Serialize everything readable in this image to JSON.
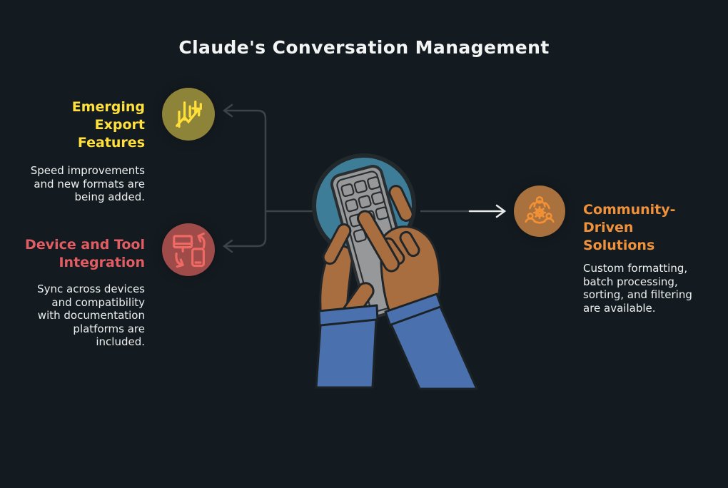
{
  "title": "Claude's Conversation Management",
  "palette": {
    "background": "#141b20",
    "title_color": "#f3f5f5",
    "body_text_color": "#eef0f0",
    "connector_line": "#3c4448",
    "connector_arrow_light": "#e9ebeb",
    "center_circle_fill": "#3e7d98",
    "phone_fill": "#96989a",
    "hands_fill": "#a86e3f",
    "sleeves_fill": "#4a70ae"
  },
  "center": {
    "illustration": "hands-using-phone-illustration"
  },
  "nodes": [
    {
      "id": "emerging-export-features",
      "heading": "Emerging\nExport\nFeatures",
      "body": "Speed improvements\nand new formats are\nbeing added.",
      "icon": "bar-chart-trend-icon",
      "heading_color": "#ffe03c",
      "circle_fill": "#8d8439",
      "icon_stroke": "#ffdf38"
    },
    {
      "id": "device-and-tool-integration",
      "heading": "Device and Tool\nIntegration",
      "body": "Sync across devices\nand compatibility\nwith documentation\nplatforms are\nincluded.",
      "icon": "device-sync-icon",
      "heading_color": "#e25d63",
      "circle_fill": "#9f4b4a",
      "icon_stroke": "#ef6a63"
    },
    {
      "id": "community-driven-solutions",
      "heading": "Community-\nDriven\nSolutions",
      "body": "Custom formatting,\nbatch processing,\nsorting, and filtering\nare available.",
      "icon": "community-gear-icon",
      "heading_color": "#f0913b",
      "circle_fill": "#a8713d",
      "icon_stroke": "#f29136"
    }
  ]
}
